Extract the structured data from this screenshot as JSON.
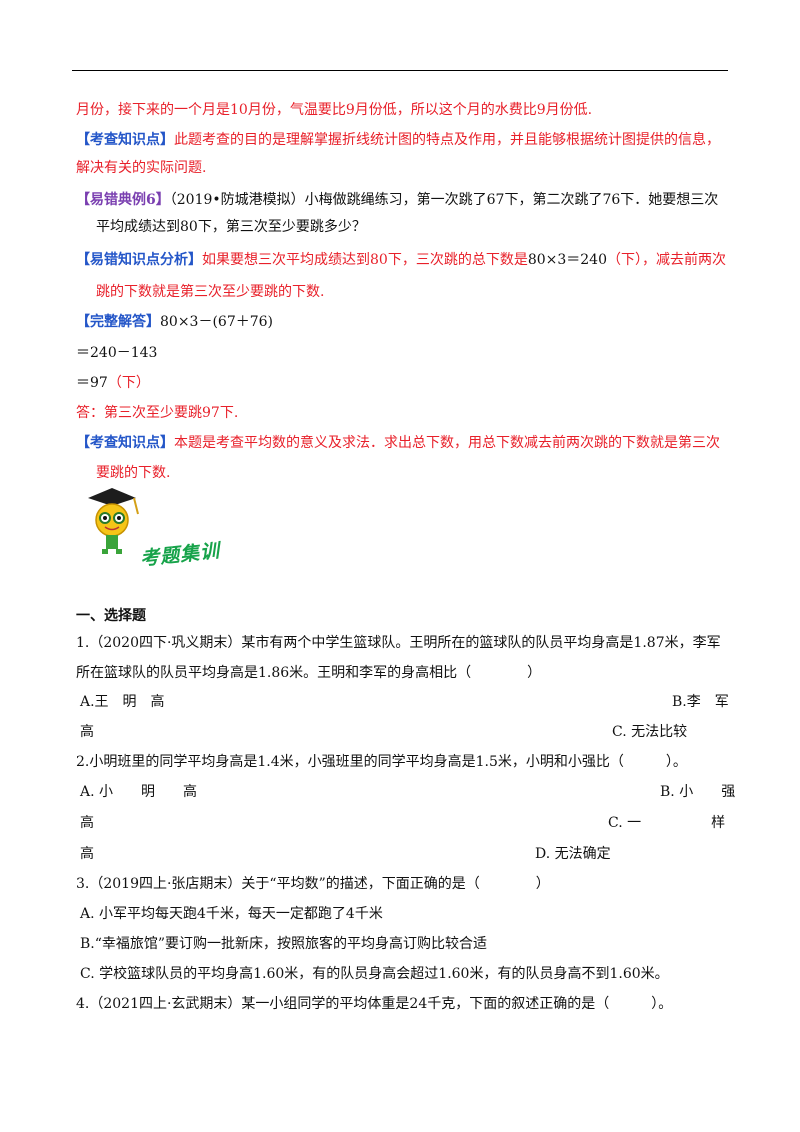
{
  "p1": "月份，接下来的一个月是10月份，气温要比9月份低，所以这个月的水费比9月份低.",
  "k1_tag": "【考查知识点】",
  "k1_text": "此题考查的目的是理解掌握折线统计图的特点及作用，并且能够根据统计图提供的信息，",
  "k1_text2": "解决有关的实际问题.",
  "ex6_tag": "【易错典例6】",
  "ex6_text": "（2019•防城港模拟）小梅做跳绳练习，第一次跳了67下，第二次跳了76下．她要想三次",
  "ex6_text2": "平均成绩达到80下，第三次至少要跳多少？",
  "an_tag": "【易错知识点分析】",
  "an_text": "如果要想三次平均成绩达到80下，三次跳的总下数是",
  "an_math": "80×3＝240",
  "an_text_b": "（下），减去前两次",
  "an_text2": "跳的下数就是第三次至少要跳的下数.",
  "sol_tag": "【完整解答】",
  "sol_line1": "80×3－(67＋76)",
  "sol_line2": "＝240－143",
  "sol_line3": "＝97",
  "sol_unit": "（下）",
  "answer": "答：第三次至少要跳97下.",
  "k2_tag": "【考查知识点】",
  "k2_text": "本题是考查平均数的意义及求法．求出总下数，用总下数减去前两次跳的下数就是第三次",
  "k2_text2": "要跳的下数.",
  "banner": "考题集训",
  "section": "一、选择题",
  "q1": "1.（2020四下·巩义期末）某市有两个中学生篮球队。王明所在的篮球队的队员平均身高是1.87米，李军",
  "q1b": "所在篮球队的队员平均身高是1.86米。王明和李军的身高相比（　　　　）",
  "q1_a": "A.王　明　高",
  "q1_b1": "B.李　军",
  "q1_b2": "高",
  "q1_c": "C. 无法比较",
  "q2": "2.小明班里的同学平均身高是1.4米，小强班里的同学平均身高是1.5米，小明和小强比（　　　）。",
  "q2_a": "A. 小　　明　　高",
  "q2_b1": "B. 小　　强",
  "q2_b2": "高",
  "q2_c": "C. 一　　　　　样",
  "q2_c2": "高",
  "q2_d": "D. 无法确定",
  "q3": "3.（2019四上·张店期末）关于“平均数”的描述，下面正确的是（　　　　）",
  "q3_a": "A. 小军平均每天跑4千米，每天一定都跑了4千米",
  "q3_b": "B.“幸福旅馆”要订购一批新床，按照旅客的平均身高订购比较合适",
  "q3_c": "C. 学校篮球队员的平均身高1.60米，有的队员身高会超过1.60米，有的队员身高不到1.60米。",
  "q4": "4.（2021四上·玄武期末）某一小组同学的平均体重是24千克，下面的叙述正确的是（　　　）。",
  "colors": {
    "red": "#e8202a",
    "blue": "#2456c8",
    "purple": "#7a3fb0",
    "green": "#17a34a"
  }
}
